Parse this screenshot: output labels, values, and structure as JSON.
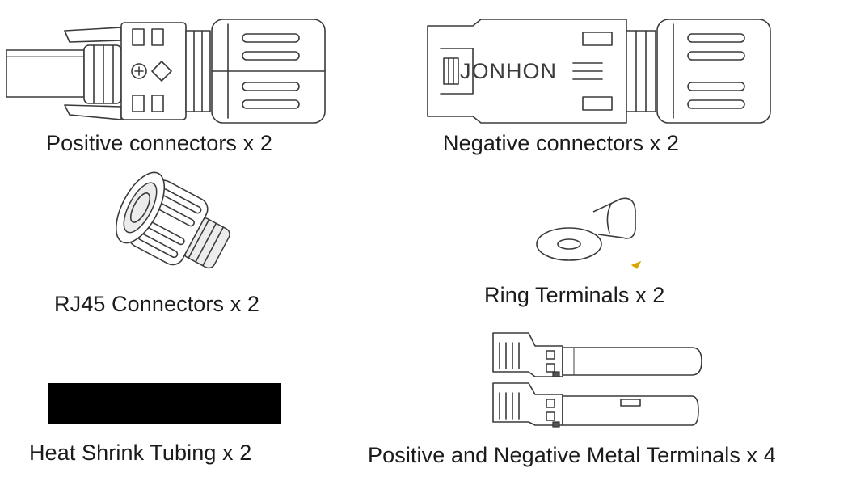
{
  "items": {
    "positive_connectors": {
      "label": "Positive connectors x 2"
    },
    "negative_connectors": {
      "label": "Negative connectors x 2",
      "brand": "JONHON"
    },
    "rj45_connectors": {
      "label": "RJ45 Connectors x 2"
    },
    "ring_terminals": {
      "label": "Ring Terminals x 2"
    },
    "heat_shrink_tubing": {
      "label": "Heat Shrink Tubing x 2"
    },
    "metal_terminals": {
      "label": "Positive and Negative Metal Terminals x 4"
    }
  },
  "colors": {
    "line": "#3a3a3a",
    "text": "#1b1b1b",
    "tubing": "#000000",
    "background": "#ffffff"
  }
}
